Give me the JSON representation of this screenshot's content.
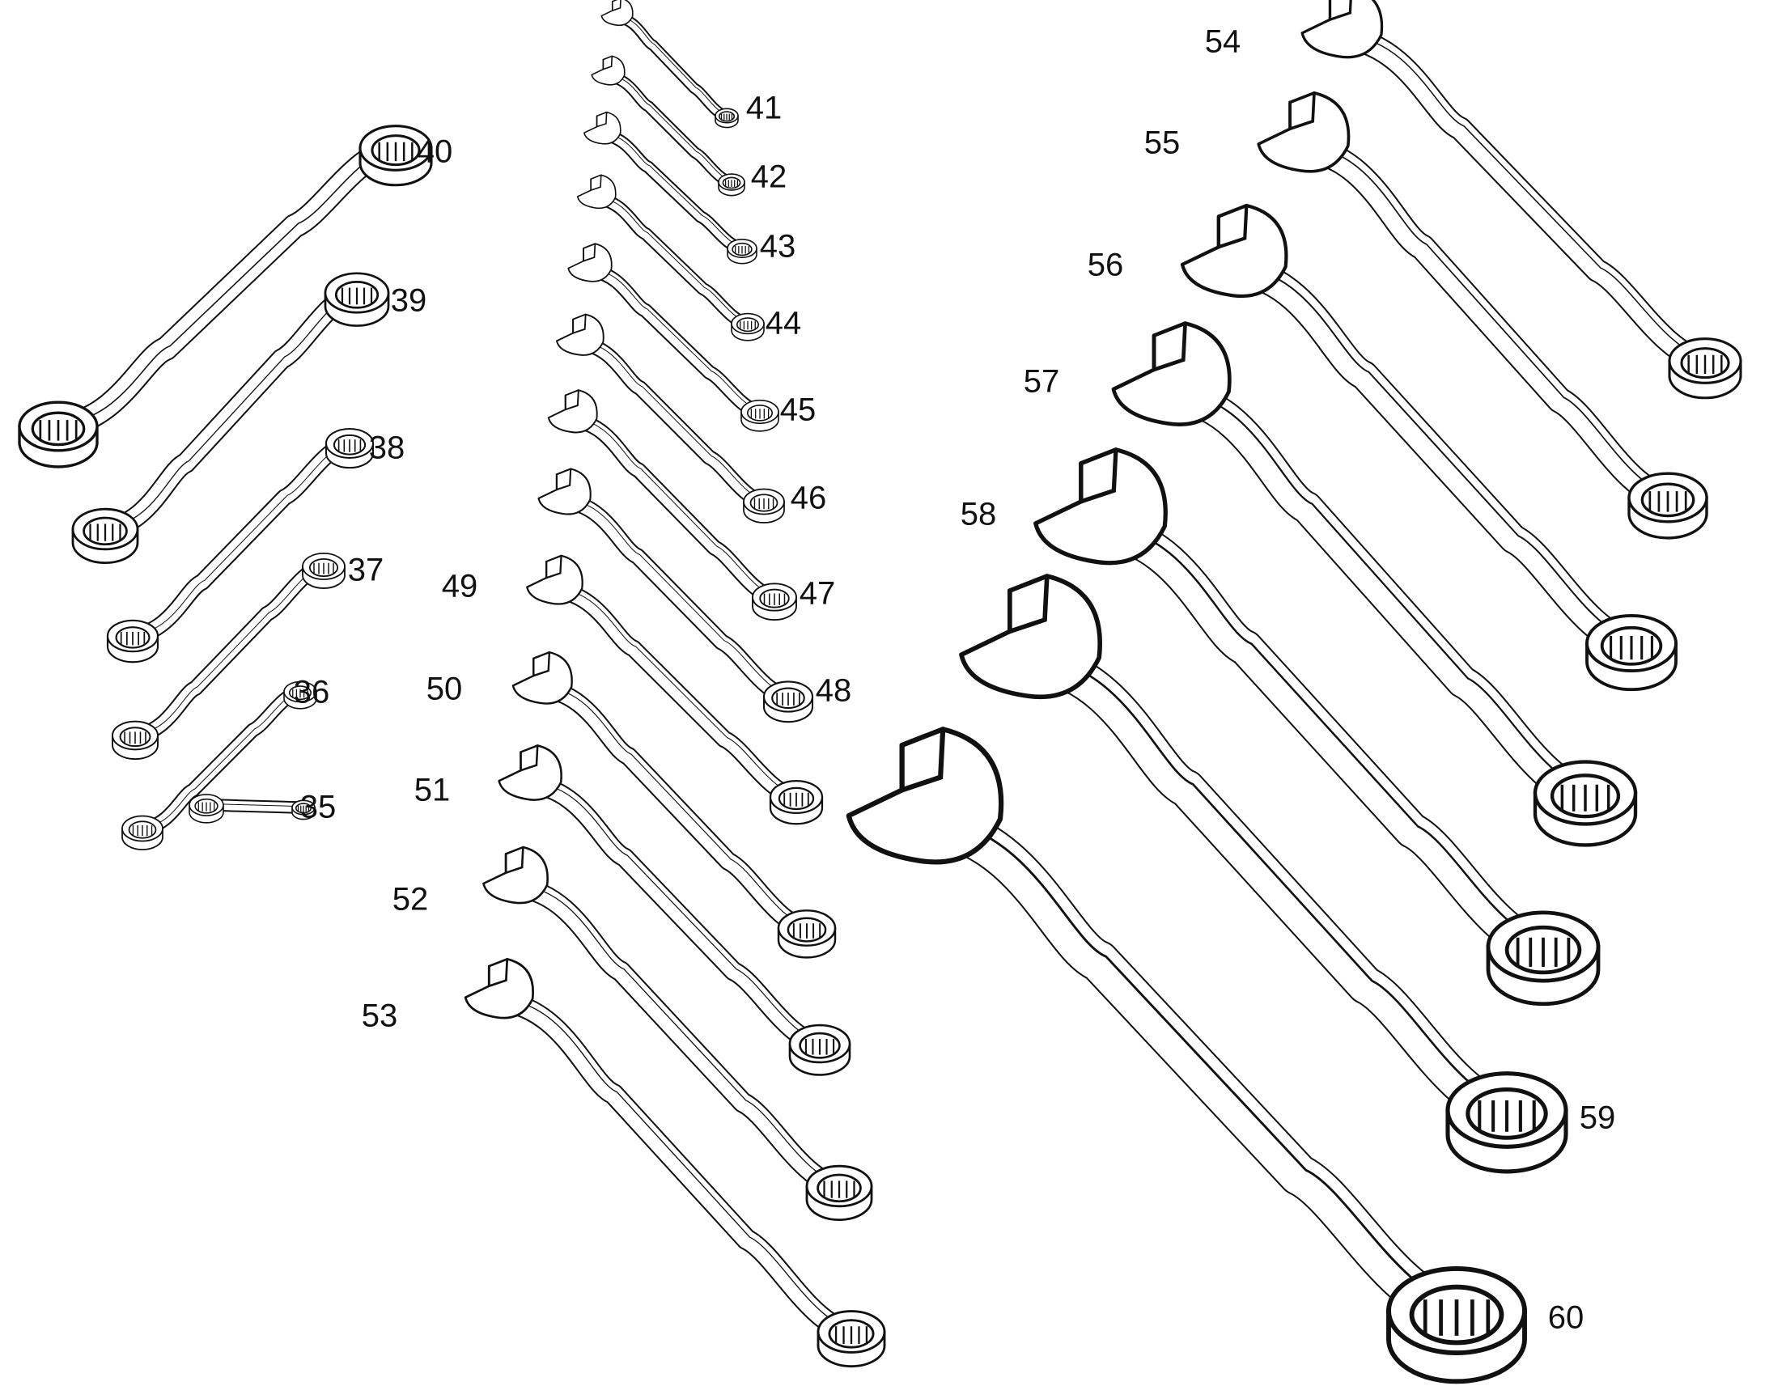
{
  "diagram": {
    "parts": [
      {
        "id": "35",
        "type": "box-end",
        "group": "left"
      },
      {
        "id": "36",
        "type": "box-end",
        "group": "left"
      },
      {
        "id": "37",
        "type": "box-end",
        "group": "left"
      },
      {
        "id": "38",
        "type": "box-end",
        "group": "left"
      },
      {
        "id": "39",
        "type": "box-end",
        "group": "left"
      },
      {
        "id": "40",
        "type": "box-end",
        "group": "left"
      },
      {
        "id": "41",
        "type": "combination",
        "group": "middle"
      },
      {
        "id": "42",
        "type": "combination",
        "group": "middle"
      },
      {
        "id": "43",
        "type": "combination",
        "group": "middle"
      },
      {
        "id": "44",
        "type": "combination",
        "group": "middle"
      },
      {
        "id": "45",
        "type": "combination",
        "group": "middle"
      },
      {
        "id": "46",
        "type": "combination",
        "group": "middle"
      },
      {
        "id": "47",
        "type": "combination",
        "group": "middle"
      },
      {
        "id": "48",
        "type": "combination",
        "group": "middle"
      },
      {
        "id": "49",
        "type": "combination",
        "group": "middle"
      },
      {
        "id": "50",
        "type": "combination",
        "group": "middle"
      },
      {
        "id": "51",
        "type": "combination",
        "group": "middle"
      },
      {
        "id": "52",
        "type": "combination",
        "group": "middle"
      },
      {
        "id": "53",
        "type": "combination",
        "group": "middle"
      },
      {
        "id": "54",
        "type": "combination",
        "group": "right"
      },
      {
        "id": "55",
        "type": "combination",
        "group": "right"
      },
      {
        "id": "56",
        "type": "combination",
        "group": "right"
      },
      {
        "id": "57",
        "type": "combination",
        "group": "right"
      },
      {
        "id": "58",
        "type": "combination",
        "group": "right"
      },
      {
        "id": "59",
        "type": "combination",
        "group": "right"
      },
      {
        "id": "60",
        "type": "combination",
        "group": "right"
      }
    ]
  }
}
